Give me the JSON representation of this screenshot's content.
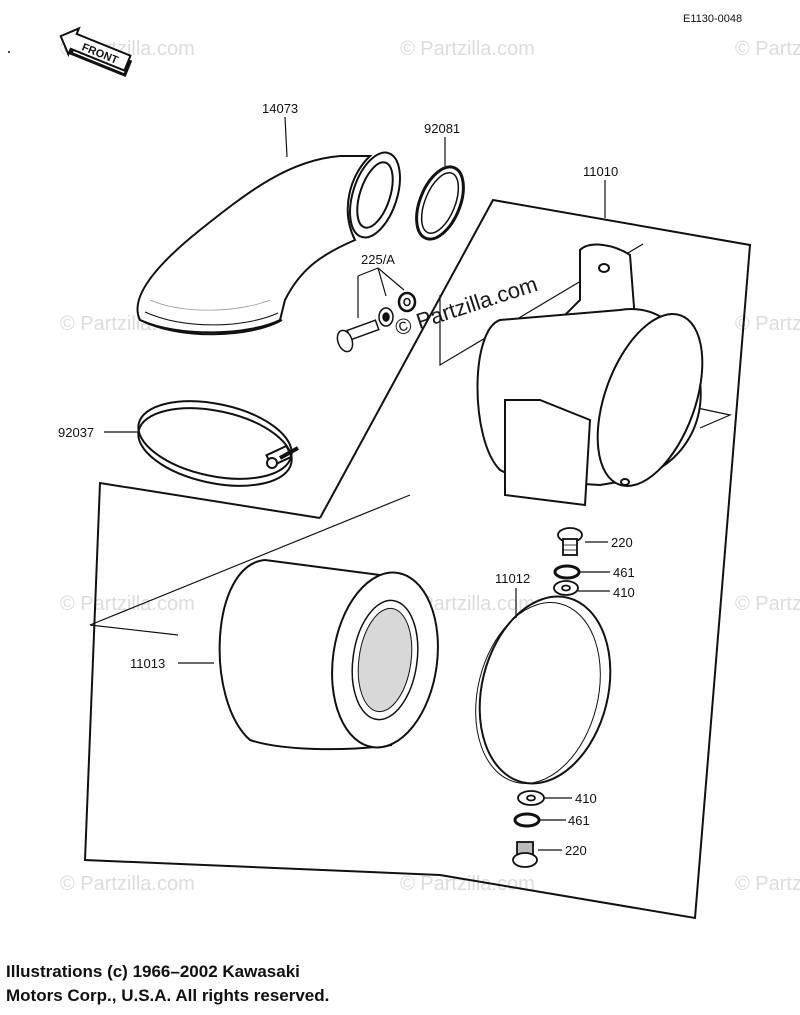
{
  "diagram": {
    "ref_code": "E1130-0048",
    "front_label": "FRONT",
    "watermark": "© Partzilla.com",
    "parts": [
      {
        "number": "14073",
        "name": "duct"
      },
      {
        "number": "92081",
        "name": "o-ring"
      },
      {
        "number": "11010",
        "name": "air-cleaner-case"
      },
      {
        "number": "225/A",
        "name": "bolt-washer-nut-set"
      },
      {
        "number": "92037",
        "name": "clamp"
      },
      {
        "number": "220",
        "name": "screw"
      },
      {
        "number": "461",
        "name": "washer"
      },
      {
        "number": "410",
        "name": "washer"
      },
      {
        "number": "11012",
        "name": "cover"
      },
      {
        "number": "11013",
        "name": "element"
      },
      {
        "number": "410",
        "name": "washer"
      },
      {
        "number": "461",
        "name": "washer"
      },
      {
        "number": "220",
        "name": "screw"
      }
    ]
  },
  "copyright": {
    "line1": "Illustrations (c) 1966–2002 Kawasaki",
    "line2": "Motors Corp., U.S.A.  All rights reserved."
  }
}
